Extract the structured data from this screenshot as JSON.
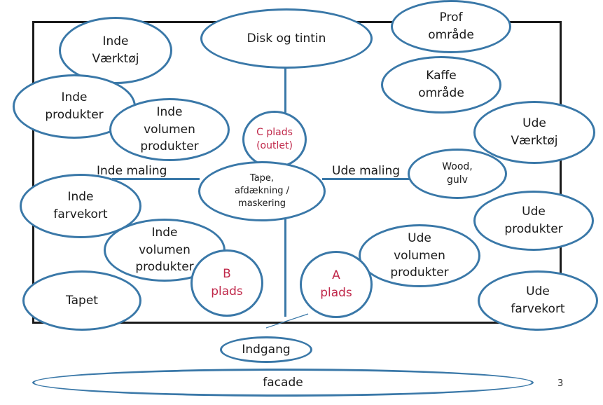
{
  "diagram": {
    "zones": {
      "disk_tintin": "Disk og tintin",
      "prof_omraade": "Prof\nområde",
      "kaffe_omraade": "Kaffe\nområde",
      "inde_vaerktoej": "Inde\nVærktøj",
      "inde_produkter": "Inde\nprodukter",
      "inde_volumen_top": "Inde\nvolumen\nprodukter",
      "c_plads": "C plads\n(outlet)",
      "tape": "Tape,\nafdækning /\nmaskering",
      "ude_vaerktoej": "Ude\nVærktøj",
      "wood_gulv": "Wood,\ngulv",
      "inde_farvekort": "Inde\nfarvekort",
      "inde_volumen_bottom": "Inde\nvolumen\nprodukter",
      "b_plads": "B\nplads",
      "tapet": "Tapet",
      "a_plads": "A\nplads",
      "ude_volumen": "Ude\nvolumen\nprodukter",
      "ude_produkter": "Ude\nprodukter",
      "ude_farvekort": "Ude\nfarvekort",
      "indgang": "Indgang",
      "facade": "facade"
    },
    "labels": {
      "inde_maling": "Inde maling",
      "ude_maling": "Ude maling"
    },
    "page_number": "3",
    "colors": {
      "outline": "#3a78a8",
      "frame": "#1a1a1a",
      "highlight_text": "#c0284a"
    }
  }
}
